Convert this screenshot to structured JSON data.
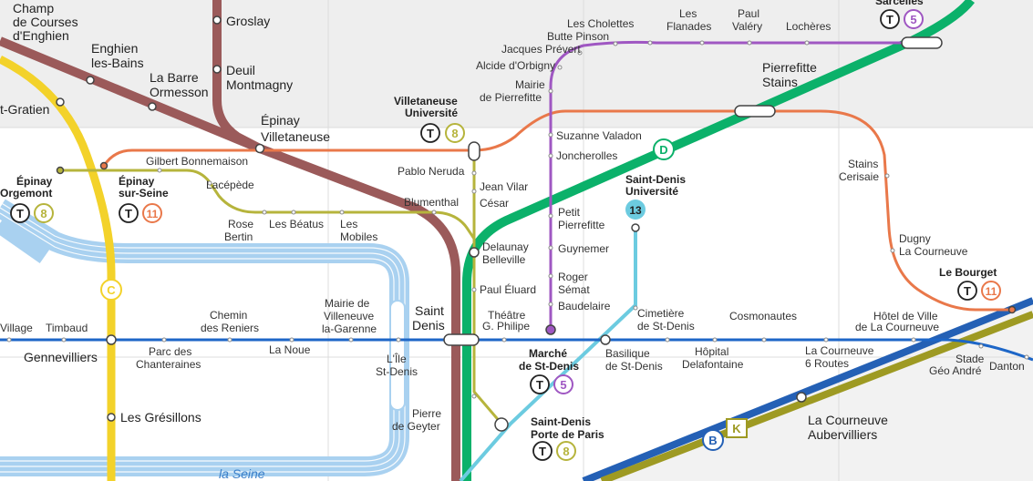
{
  "colors": {
    "background_top": "#eeeeee",
    "background_bottom": "#ffffff",
    "grid": "#d8d8d8",
    "seine": "#a9d1f0",
    "line_brown": "#9b5a5a",
    "line_yellow": "#f3d22a",
    "line_olive": "#b6b43c",
    "line_orange": "#e9784a",
    "line_purple": "#9f57c2",
    "line_green": "#0bb16a",
    "line_cyan": "#6ccbe0",
    "line_blue": "#1d66c7",
    "line_dark_olive": "#9e9a23",
    "line_dark_blue": "#2460b5"
  },
  "river": {
    "name": "la Seine"
  },
  "stations": {
    "champ_de_courses": [
      "Champ",
      "de Courses",
      "d'Enghien"
    ],
    "groslay": "Groslay",
    "deuil": [
      "Deuil",
      "Montmagny"
    ],
    "enghien": [
      "Enghien",
      "les-Bains"
    ],
    "la_barre": [
      "La Barre",
      "Ormesson"
    ],
    "gratien": "t-Gratien",
    "epinay_villetaneuse": [
      "Épinay",
      "Villetaneuse"
    ],
    "gilbert_bonnemaison": "Gilbert Bonnemaison",
    "epinay_orgemont": [
      "Épinay",
      "Orgemont"
    ],
    "epinay_sur_seine": [
      "Épinay",
      "sur-Seine"
    ],
    "lacepede": "Lacépède",
    "rose_bertin": [
      "Rose",
      "Bertin"
    ],
    "les_beatus": "Les Béatus",
    "les_mobiles": [
      "Les",
      "Mobiles"
    ],
    "blumenthal": "Blumenthal",
    "villetaneuse_universite": [
      "Villetaneuse",
      "Université"
    ],
    "pablo_neruda": "Pablo Neruda",
    "jean_vilar": "Jean Vilar",
    "cesar": "César",
    "delaunay_belleville": [
      "Delaunay",
      "Belleville"
    ],
    "paul_eluard": "Paul Éluard",
    "les_cholettes": "Les Cholettes",
    "butte_pinson": "Butte Pinson",
    "jacques_prevert": "Jacques Prévert",
    "alcide_dorbigny": "Alcide d'Orbigny",
    "mairie_pierrefitte": [
      "Mairie",
      "de Pierrefitte"
    ],
    "les_flanades": [
      "Les",
      "Flanades"
    ],
    "paul_valery": [
      "Paul",
      "Valéry"
    ],
    "locheres": "Lochères",
    "sarcelles": "Sarcelles",
    "pierrefitte_stains": [
      "Pierrefitte",
      "Stains"
    ],
    "suzanne_valadon": "Suzanne Valadon",
    "joncherolles": "Joncherolles",
    "saint_denis_universite": [
      "Saint-Denis",
      "Université"
    ],
    "petit_pierrefitte": [
      "Petit",
      "Pierrefitte"
    ],
    "guynemer": "Guynemer",
    "roger_semat": [
      "Roger",
      "Sémat"
    ],
    "baudelaire": "Baudelaire",
    "stains_cerisaie": [
      "Stains",
      "Cerisaie"
    ],
    "dugny": [
      "Dugny",
      "La Courneuve"
    ],
    "le_bourget": "Le Bourget",
    "village": "Village",
    "timbaud": "Timbaud",
    "gennevilliers": "Gennevilliers",
    "parc_chanteraines": [
      "Parc des",
      "Chanteraines"
    ],
    "chemin_reniers": [
      "Chemin",
      "des Reniers"
    ],
    "la_noue": "La Noue",
    "mairie_villeneuve": [
      "Mairie de",
      "Villeneuve",
      "la-Garenne"
    ],
    "ile_st_denis": [
      "L'Île",
      "St-Denis"
    ],
    "saint_denis": [
      "Saint",
      "Denis"
    ],
    "theatre_philipe": [
      "Théâtre",
      "G. Philipe"
    ],
    "marche_st_denis": [
      "Marché",
      "de St-Denis"
    ],
    "cimetiere_st_denis": [
      "Cimetière",
      "de St-Denis"
    ],
    "basilique": [
      "Basilique",
      "de St-Denis"
    ],
    "hopital_delafontaine": [
      "Hôpital",
      "Delafontaine"
    ],
    "cosmonautes": "Cosmonautes",
    "la_courneuve_6_routes": [
      "La Courneuve",
      "6 Routes"
    ],
    "hotel_de_ville_courneuve": [
      "Hôtel de Ville",
      "de La Courneuve"
    ],
    "stade_geo_andre": [
      "Stade",
      "Géo André"
    ],
    "danton": "Danton",
    "les_gresillons": "Les Grésillons",
    "pierre_de_geyter": [
      "Pierre",
      "de Geyter"
    ],
    "saint_denis_porte_paris": [
      "Saint-Denis",
      "Porte de Paris"
    ],
    "la_courneuve_aubervilliers": [
      "La Courneuve",
      "Aubervilliers"
    ]
  },
  "badges": {
    "tram_symbol": "T",
    "t8": "8",
    "t11": "11",
    "t5": "5",
    "t13": "13",
    "d": "D",
    "c": "C",
    "k": "K",
    "b": "B"
  }
}
